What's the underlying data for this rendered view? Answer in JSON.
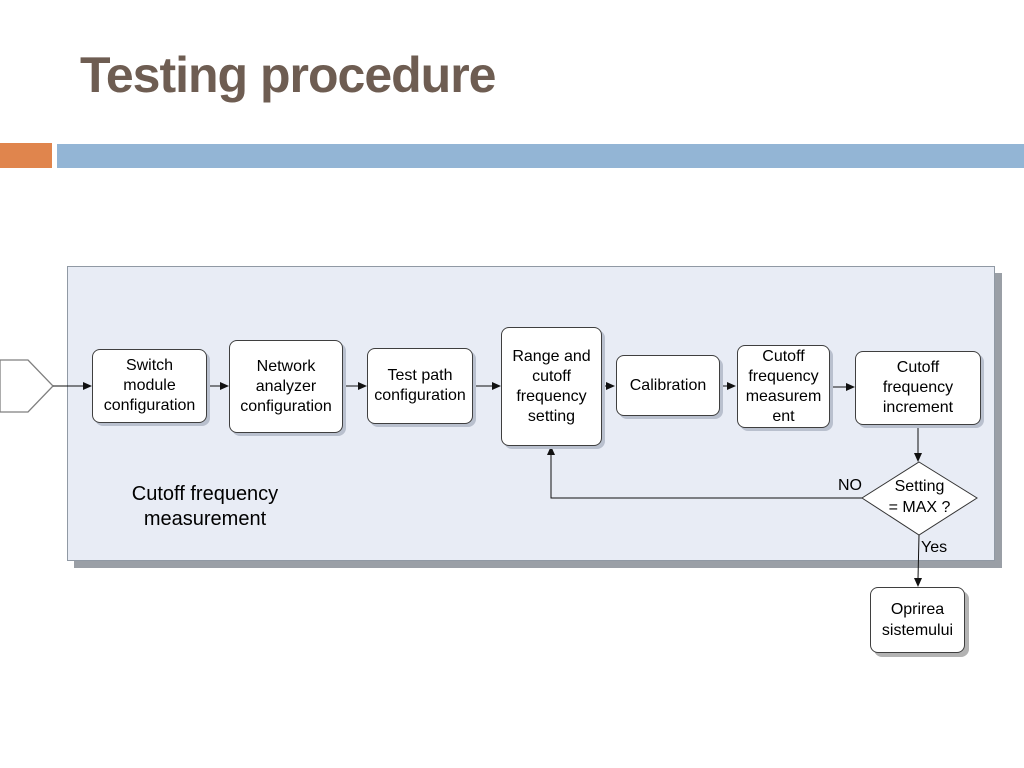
{
  "slide": {
    "title": "Testing procedure",
    "colors": {
      "title_text": "#6E5D52",
      "accent_orange": "#E0854D",
      "accent_blue": "#93B5D5",
      "panel_background": "#E8ECF5",
      "panel_border": "#9099A4",
      "box_border": "#3F3F3F",
      "connector_line": "#111111"
    }
  },
  "flowchart": {
    "panel_caption": "Cutoff frequency\nmeasurement",
    "steps": [
      "Switch\nmodule\nconfiguration",
      "Network\nanalyzer\nconfiguration",
      "Test path\nconfiguration",
      "Range and\ncutoff\nfrequency\nsetting",
      "Calibration",
      "Cutoff\nfrequency\nmeasurem\nent",
      "Cutoff\nfrequency\nincrement"
    ],
    "decision": {
      "label": "Setting\n= MAX ?",
      "no_label": "NO",
      "yes_label": "Yes"
    },
    "end_label": "Oprirea\nsistemului"
  }
}
